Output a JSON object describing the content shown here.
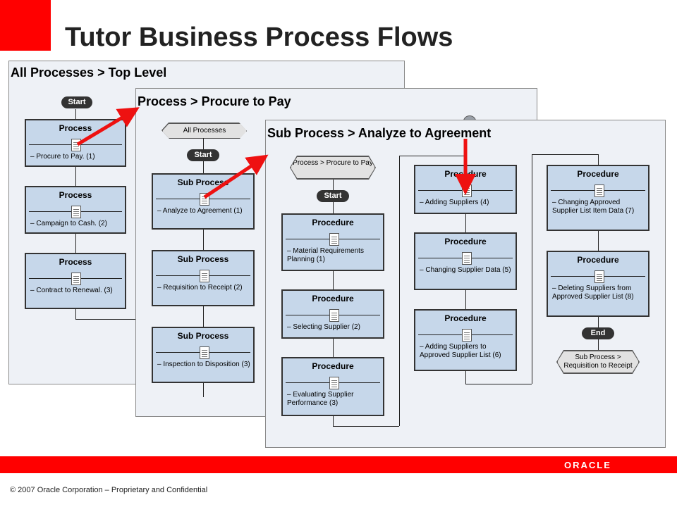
{
  "slide": {
    "title": "Tutor Business Process Flows",
    "copyright": "© 2007 Oracle Corporation – Proprietary and Confidential",
    "logo": "ORACLE"
  },
  "colors": {
    "accent": "#ff0000",
    "box_fill": "#c6d7ea",
    "panel_fill": "#eef1f6"
  },
  "panels": {
    "top": {
      "title": "All Processes > Top Level",
      "start": "Start",
      "boxes": [
        {
          "type": "Process",
          "label": "Procure to Pay. (1)"
        },
        {
          "type": "Process",
          "label": "Campaign to Cash. (2)"
        },
        {
          "type": "Process",
          "label": "Contract to Renewal. (3)"
        }
      ]
    },
    "procure": {
      "title": "Process > Procure to Pay",
      "back": "All Processes",
      "start": "Start",
      "boxes": [
        {
          "type": "Sub Process",
          "label": "Analyze to Agreement (1)"
        },
        {
          "type": "Sub Process",
          "label": "Requisition to Receipt (2)"
        },
        {
          "type": "Sub Process",
          "label": "Inspection to Disposition (3)"
        }
      ]
    },
    "analyze": {
      "title": "Sub Process > Analyze to Agreement",
      "back": "Process > Procure to Pay",
      "start": "Start",
      "end": "End",
      "next": "Sub Process > Requisition to Receipt",
      "boxes": [
        {
          "type": "Procedure",
          "label": "Material Requirements Planning (1)"
        },
        {
          "type": "Procedure",
          "label": "Selecting Supplier (2)"
        },
        {
          "type": "Procedure",
          "label": "Evaluating Supplier Performance (3)"
        },
        {
          "type": "Procedure",
          "label": "Adding Suppliers (4)"
        },
        {
          "type": "Procedure",
          "label": "Changing Supplier Data (5)"
        },
        {
          "type": "Procedure",
          "label": "Adding Suppliers to Approved Supplier List (6)"
        },
        {
          "type": "Procedure",
          "label": "Changing Approved Supplier List Item Data (7)"
        },
        {
          "type": "Procedure",
          "label": "Deleting Suppliers from Approved Supplier List (8)"
        }
      ]
    }
  }
}
